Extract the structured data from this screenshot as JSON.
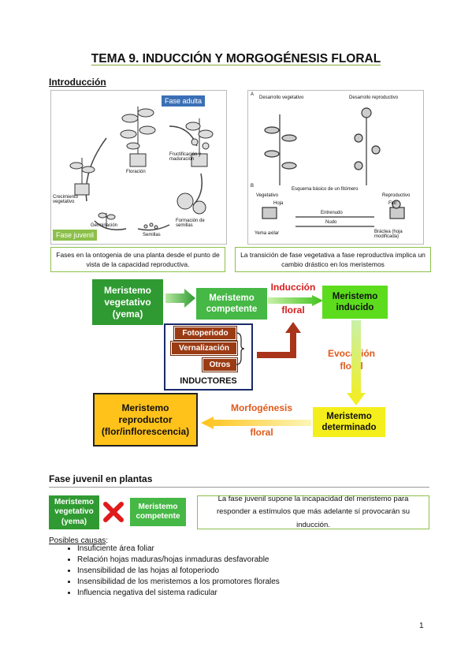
{
  "title": "TEMA 9. INDUCCIÓN Y MORGOGÉNESIS FLORAL",
  "intro_heading": "Introducción",
  "fig_left": {
    "badge_adult": "Fase adulta",
    "badge_juvenile": "Fase juvenil",
    "labels": {
      "floracion": "Floración",
      "desarrollo_veg": "Crecimiento vegetativo",
      "germinacion": "Germinación",
      "semillas": "Semillas",
      "fructificacion": "Fructificación y maduración",
      "formacion_fruto": "Formación de semillas"
    },
    "caption": "Fases en la ontogenia de una planta desde el punto de vista de la capacidad reproductiva."
  },
  "fig_right": {
    "labels": {
      "a": "A",
      "b": "B",
      "veg_dev": "Desarrollo vegetativo",
      "rep_dev": "Desarrollo reproductivo",
      "scheme": "Esquema básico de un fitómero",
      "vegetativo": "Vegetativo",
      "reproductivo": "Reproductivo",
      "hoja": "Hoja",
      "flor": "Flor",
      "entrenudo": "Entrenudo",
      "nudo": "Nudo",
      "yema": "Yema axilar",
      "bractea": "Bráctea (hoja modificada)"
    },
    "caption": "La transición de fase vegetativa a fase reproductiva implica un cambio drástico en los meristemos"
  },
  "flow": {
    "veg": "Meristemo vegetativo (yema)",
    "competent": "Meristemo competente",
    "induction": "Inducción",
    "induction2": "floral",
    "induced": "Meristemo inducido",
    "evocation": "Evocación",
    "evocation2": "floral",
    "determined": "Meristemo determinado",
    "morpho": "Morfogénesis",
    "morpho2": "floral",
    "reproductive": "Meristemo reproductor (flor/inflorescencia)",
    "inductors": [
      "Fotoperiodo",
      "Vernalización",
      "Otros"
    ],
    "inductors_label": "INDUCTORES"
  },
  "juvenile_heading": "Fase juvenil en plantas",
  "juvenile": {
    "veg": "Meristemo vegetativo (yema)",
    "competent": "Meristemo competente",
    "text": "La fase juvenil supone la incapacidad del meristemo para responder a estímulos que más adelante sí provocarán su inducción."
  },
  "causes_heading": "Posibles causas",
  "causes": [
    "Insuficiente área foliar",
    "Relación hojas maduras/hojas inmaduras desfavorable",
    "Insensibilidad de las hojas al fotoperiodo",
    "Insensibilidad de los meristemos a los promotores florales",
    "Influencia negativa del sistema radicular"
  ],
  "page_number": "1",
  "colors": {
    "green": "#2f9a31",
    "bright_green": "#5cdc1c",
    "yellow": "#f4ee1c",
    "orange": "#ffc21a",
    "brown": "#9b3b14",
    "red": "#d81d1d"
  }
}
